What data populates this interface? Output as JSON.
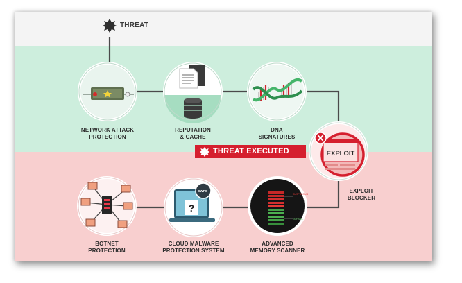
{
  "threat_label": "THREAT",
  "executed_label": "THREAT EXECUTED",
  "exploit_box_label": "EXPLOIT",
  "cloud_badge": "CWPS",
  "scanner_top_label": "SUSPICIOUS",
  "scanner_bottom_label": "NORMAL",
  "stages": {
    "network": {
      "line1": "NETWORK ATTACK",
      "line2": "PROTECTION"
    },
    "reputation": {
      "line1": "REPUTATION",
      "line2": "& CACHE"
    },
    "dna": {
      "line1": "DNA",
      "line2": "SIGNATURES"
    },
    "exploit": {
      "line1": "EXPLOIT",
      "line2": "BLOCKER"
    },
    "botnet": {
      "line1": "BOTNET",
      "line2": "PROTECTION"
    },
    "cloud": {
      "line1": "CLOUD MALWARE",
      "line2": "PROTECTION SYSTEM"
    },
    "memory": {
      "line1": "ADVANCED",
      "line2": "MEMORY SCANNER"
    }
  },
  "colors": {
    "top_band": "#f4f4f4",
    "green_band": "#cdeedd",
    "red_band": "#f8cfcf",
    "accent_red": "#d51f2e",
    "connector": "#4a4a4a"
  },
  "icons": [
    "burst-icon",
    "firewall-cable-icon",
    "document-icon",
    "database-icon",
    "dna-helix-icon",
    "exploit-window-icon",
    "close-icon",
    "network-nodes-icon",
    "cloud-laptop-icon",
    "memory-bars-icon"
  ]
}
